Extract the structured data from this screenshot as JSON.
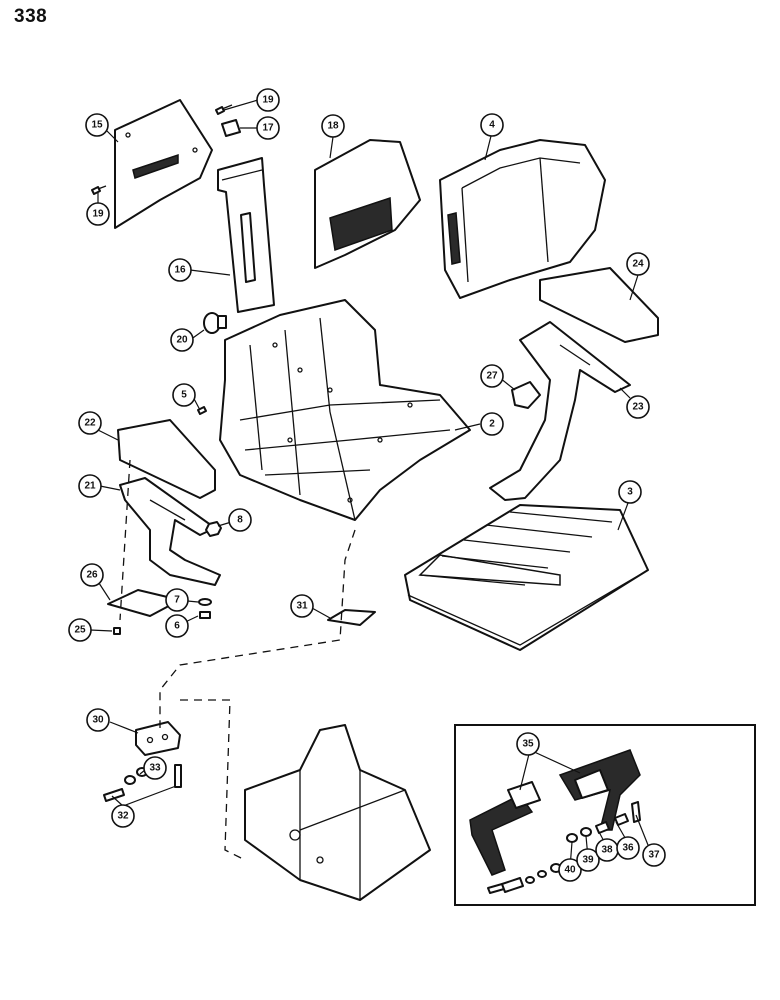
{
  "page": {
    "number": "338"
  },
  "callouts": {
    "c2": "2",
    "c3": "3",
    "c4": "4",
    "c5": "5",
    "c6": "6",
    "c7": "7",
    "c8": "8",
    "c15": "15",
    "c16": "16",
    "c17": "17",
    "c18": "18",
    "c19a": "19",
    "c19b": "19",
    "c20": "20",
    "c21": "21",
    "c22": "22",
    "c23": "23",
    "c24": "24",
    "c25": "25",
    "c26": "26",
    "c27": "27",
    "c30": "30",
    "c31": "31",
    "c32": "32",
    "c33": "33",
    "c35": "35",
    "c36": "36",
    "c37": "37",
    "c38": "38",
    "c39": "39",
    "c40": "40"
  }
}
